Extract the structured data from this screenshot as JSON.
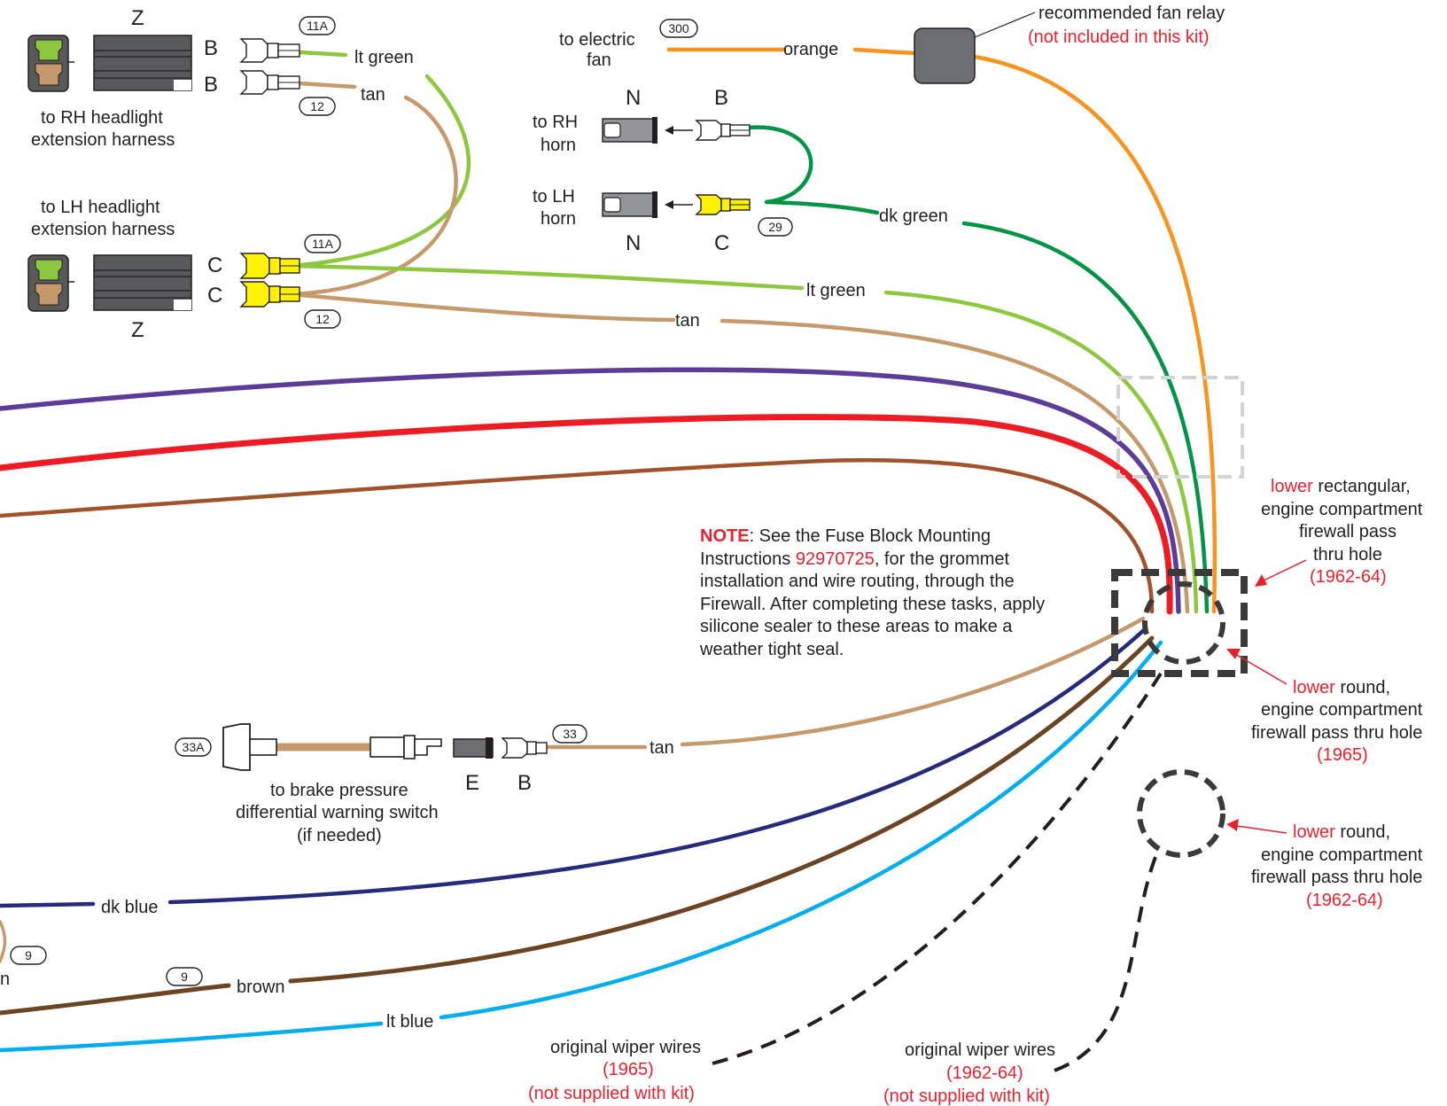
{
  "colors": {
    "orange": "#f7941d",
    "dk_green": "#009444",
    "lt_green": "#8dc63f",
    "tan": "#c49a6c",
    "purple": "#5b3c97",
    "red": "#ed1c24",
    "rust": "#a0522d",
    "dk_blue": "#262a7a",
    "brown": "#6b4423",
    "lt_blue": "#00aeef",
    "relay_gray": "#6d6e71",
    "connector_green": "#8dc63f",
    "connector_tan": "#c49a6c",
    "label_red": "#e8212e"
  },
  "headlight_rh": {
    "conn_letter": "Z",
    "term_top": "B",
    "term_bottom": "B",
    "label_line1": "to RH headlight",
    "label_line2": "extension harness",
    "circuit_top": "11A",
    "circuit_bottom": "12",
    "wire_top": "lt green",
    "wire_bottom": "tan"
  },
  "headlight_lh": {
    "label_line1": "to LH headlight",
    "label_line2": "extension harness",
    "conn_letter": "Z",
    "term_top": "C",
    "term_bottom": "C",
    "circuit_top": "11A",
    "circuit_bottom": "12"
  },
  "fan": {
    "label_line1": "to electric",
    "label_line2": "fan",
    "circuit": "300",
    "wire": "orange"
  },
  "relay": {
    "label": "recommended fan relay",
    "note": "(not included in this kit)"
  },
  "horns": {
    "rh_line1": "to RH",
    "rh_line2": "horn",
    "lh_line1": "to LH",
    "lh_line2": "horn",
    "rh_conn": "N",
    "rh_term": "B",
    "lh_conn": "N",
    "lh_term": "C",
    "circuit": "29",
    "wire": "dk green"
  },
  "wires": {
    "lt_green": "lt green",
    "tan": "tan",
    "tan_brake": "tan",
    "dk_blue": "dk blue",
    "brown": "brown",
    "lt_blue": "lt blue",
    "partial": "n"
  },
  "circuits": {
    "brake": "33",
    "brake_switch": "33A",
    "nine_a": "9",
    "nine_b": "9"
  },
  "brake": {
    "label_line1": "to brake pressure",
    "label_line2": "differential warning switch",
    "label_line3": "(if needed)",
    "conn": "E",
    "term": "B"
  },
  "note": {
    "heading": "NOTE",
    "text1": ": See the Fuse Block Mounting",
    "text2a": "Instructions ",
    "part": "92970725",
    "text2b": ", for the grommet",
    "line3": "installation and wire routing, through the",
    "line4": "Firewall. After completing these tasks, apply",
    "line5": "silicone sealer to these areas to make a",
    "line6": "weather tight seal."
  },
  "holes": {
    "rect_word": "lower",
    "rect_rest": " rectangular,",
    "rect_line2": "engine compartment",
    "rect_line3": "firewall pass",
    "rect_line4": "thru hole",
    "rect_year": "(1962-64)",
    "round65_word": "lower",
    "round65_rest": " round,",
    "round65_line2": "engine compartment",
    "round65_line3": "firewall pass thru hole",
    "round65_year": "(1965)",
    "round64_word": "lower",
    "round64_rest": " round,",
    "round64_line2": "engine compartment",
    "round64_line3": "firewall pass thru hole",
    "round64_year": "(1962-64)"
  },
  "wiper65": {
    "line1": "original wiper wires",
    "year": "(1965)",
    "note": "(not supplied with kit)"
  },
  "wiper64": {
    "line1": "original wiper wires",
    "year": "(1962-64)",
    "note": "(not supplied with kit)"
  }
}
